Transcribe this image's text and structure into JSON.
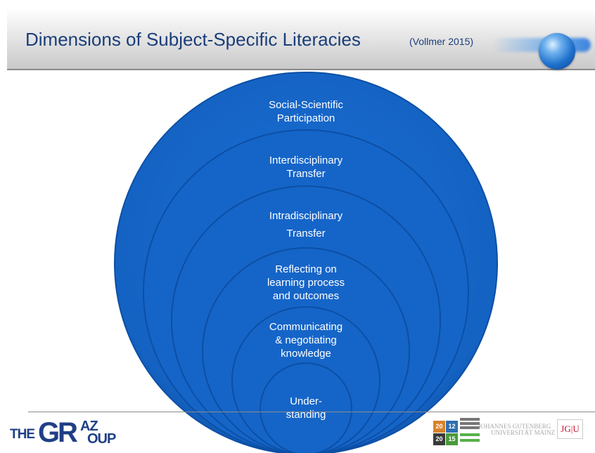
{
  "header": {
    "title": "Dimensions of Subject-Specific Literacies",
    "citation": "(Vollmer 2015)"
  },
  "diagram": {
    "rings": [
      {
        "lines": [
          "Social-Scientific",
          "Participation"
        ]
      },
      {
        "lines": [
          "Interdisciplinary",
          "Transfer"
        ]
      },
      {
        "lines": [
          "Intradisciplinary",
          "Transfer"
        ]
      },
      {
        "lines": [
          "Reflecting on",
          "learning process",
          "and outcomes"
        ]
      },
      {
        "lines": [
          "Communicating",
          "& negotiating",
          "knowledge"
        ]
      },
      {
        "lines": [
          "Under-",
          "standing"
        ]
      }
    ]
  },
  "footer": {
    "graz_logo": {
      "the": "THE",
      "g": "G",
      "r": "R",
      "az": "AZ",
      "oup": "OUP"
    },
    "emblem": {
      "n1": "20",
      "n2": "12",
      "n3": "20",
      "n4": "15"
    },
    "gutenberg": {
      "line1": "JOHANNES GUTENBERG",
      "line2": "UNIVERSITÄT MAINZ"
    },
    "jgu": "JG|U"
  },
  "colors": {
    "title": "#1a3e7a",
    "circle_fill": "#1565c8",
    "circle_edge": "#0c4fa6",
    "label": "#ffffff"
  }
}
